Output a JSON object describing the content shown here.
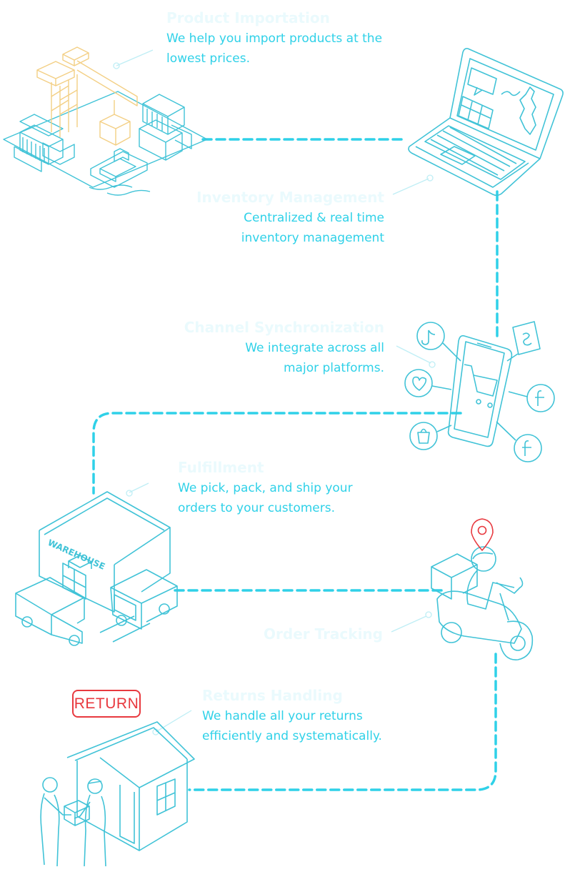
{
  "colors": {
    "accent": "#2fd1e8",
    "line": "#2fd1e8",
    "title": "#eafafd",
    "icon_stroke": "#41c3d7",
    "crane": "#f3cf84",
    "pin": "#e8393f"
  },
  "steps": [
    {
      "title": "Product Importation",
      "desc": "We help you import products at the lowest prices."
    },
    {
      "title": "Inventory Management",
      "desc": "Centralized & real time inventory management"
    },
    {
      "title": "Channel Synchronization",
      "desc": "We integrate across all major platforms."
    },
    {
      "title": "Fulfillment",
      "desc": "We pick, pack, and ship your orders to your customers."
    },
    {
      "title": "Order Tracking",
      "desc": ""
    },
    {
      "title": "Returns Handling",
      "desc": "We handle all your returns efficiently and systematically."
    }
  ],
  "illustrations": {
    "warehouse_sign": "WAREHOUSE",
    "return_sign": "RETURN",
    "port": "port-crane-ship-icon",
    "laptop": "laptop-map-icon",
    "phone": "phone-cart-icon",
    "warehouse": "warehouse-trucks-icon",
    "scooter": "delivery-scooter-icon",
    "house": "house-return-icon"
  }
}
